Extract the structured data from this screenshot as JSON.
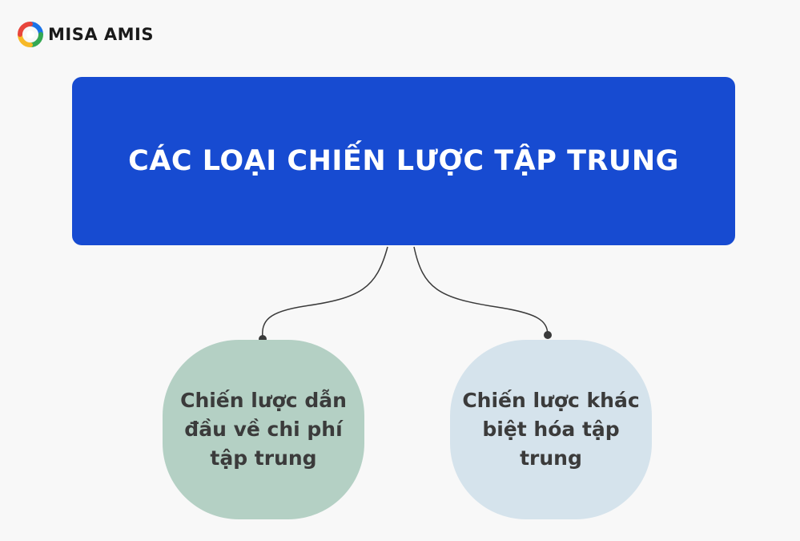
{
  "logo": {
    "text": "MISA AMIS",
    "colors": [
      "#e8453c",
      "#f7b928",
      "#34a853",
      "#1a73e8"
    ]
  },
  "title": {
    "text": "CÁC LOẠI CHIẾN LƯỢC TẬP TRUNG",
    "background": "#174bd1"
  },
  "nodes": [
    {
      "text": "Chiến lược dẫn đầu về chi phí tập trung",
      "background": "#b4d0c4"
    },
    {
      "text": "Chiến lược khác biệt hóa tập trung",
      "background": "#d5e3ec"
    }
  ],
  "connector_color": "#3a3a3a"
}
